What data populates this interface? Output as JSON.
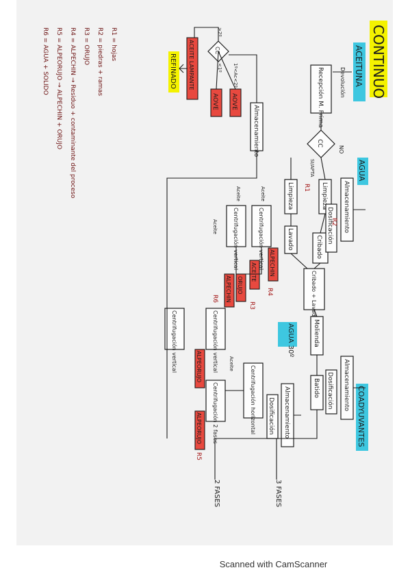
{
  "title": "CONTINUO",
  "inputs": {
    "aceituna": "ACEITUNA",
    "agua1": "AGUA",
    "agua2": "AGUA\n30º",
    "coadyuvantes": "COADYUVANTES"
  },
  "flow": {
    "recepcion": "Recepción M. Prima",
    "devolucion": "Devolución",
    "cc": "CC",
    "no": "NO",
    "si_apta": "SI/APTA",
    "limpieza": "Limpieza",
    "limpieza2": "Limpieza",
    "lavado": "Lavado",
    "cribado": "Cribado",
    "cribado_lavado": "Cribado + Lavado",
    "almacenamiento_agua": "Almacenamiento",
    "dosificacion1": "Dosificación",
    "molienda": "Molienda",
    "batido": "Batido",
    "almacen_coady": "Almacenamiento",
    "dosif_coady": "Dosificación",
    "almacen_agua2": "Almacenamiento",
    "dosif_agua2": "Dosificación",
    "centrif_horizontal": "Centrifugación horizontal",
    "centrif_v1": "Centrifugación vertical",
    "centrif_v2": "Centrifugación vertical",
    "centrif_v3": "Centrifugación vertical",
    "centrif_v4": "Centrifugación vertical",
    "centrif_2fases": "Centrifugación 2 fases",
    "tres_fases": "3 FASES",
    "dos_fases": "2 FASES",
    "almacenamiento_aceite": "Almacenamiento",
    "aove": "AOVE",
    "aove2": "AOVE",
    "aceite_lampante": "ACEITE LAMPANTE",
    "refinado": "REFINADO",
    "acidez_1": "1º<Ac<2º",
    "acidez_2": "<1º",
    "acidez_3": ">2º",
    "aceite": "Aceite",
    "alpechin": "ALPECHIN",
    "orujo": "ORUJO",
    "aceite_red": "ACEITE",
    "alpeorujo": "ALPEORUJO"
  },
  "residues": {
    "r1": "R1",
    "r2": "R2",
    "r3": "R3",
    "r4": "R4",
    "r5": "R5",
    "r6": "R6"
  },
  "legend": [
    "R1 = hojas",
    "R2 = piedras + ramas",
    "R3 = ORUJO",
    "R4 = ALPECHIN → Residuo + contaminante del proceso",
    "R5 = ALPEORUJO → ALPECHIN + ORUJO",
    "R6 = AGUA + SOLIDO"
  ],
  "footer": "Scanned with CamScanner"
}
